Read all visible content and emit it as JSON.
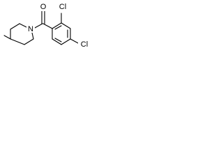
{
  "structure": {
    "background": "#ffffff",
    "line_color": "#000000",
    "atoms": {
      "nitrogen": "N",
      "oxygen": "O",
      "chlorine_ortho": "Cl",
      "chlorine_para": "Cl"
    }
  }
}
